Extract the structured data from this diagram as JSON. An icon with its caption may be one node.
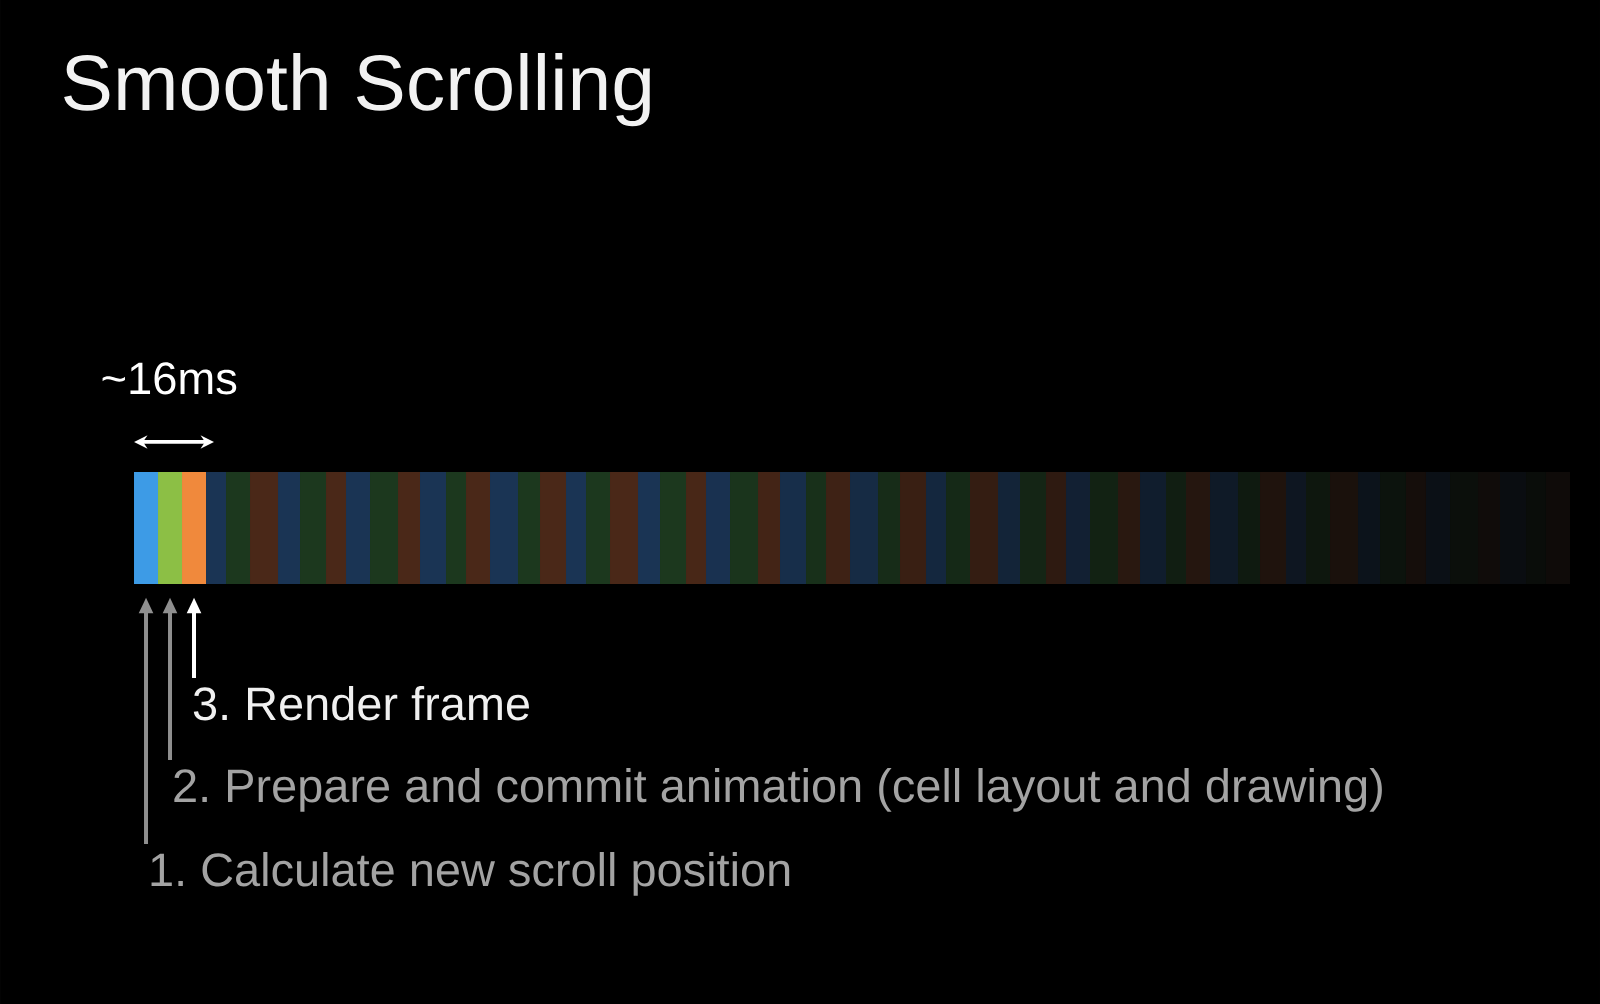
{
  "diagram": {
    "title": "Smooth Scrolling",
    "nodes": [
      {
        "text": [],
        "shape": "bar"
      },
      {
        "text": [],
        "shape": "bar"
      },
      {
        "text": [],
        "shape": "bar"
      },
      {
        "text": [
          "3. Render frame"
        ]
      },
      {
        "text": [
          "2. Prepare and commit animation (cell layout and drawing)"
        ]
      },
      {
        "text": [
          "1. Calculate new scroll position"
        ]
      }
    ],
    "edges": [
      {
        "from": 3,
        "to": 2,
        "arrow": "to",
        "color": "#ffffff"
      },
      {
        "from": 4,
        "to": 1,
        "arrow": "to"
      },
      {
        "from": 5,
        "to": 0,
        "arrow": "to"
      }
    ],
    "labels": [
      "~16ms"
    ]
  }
}
